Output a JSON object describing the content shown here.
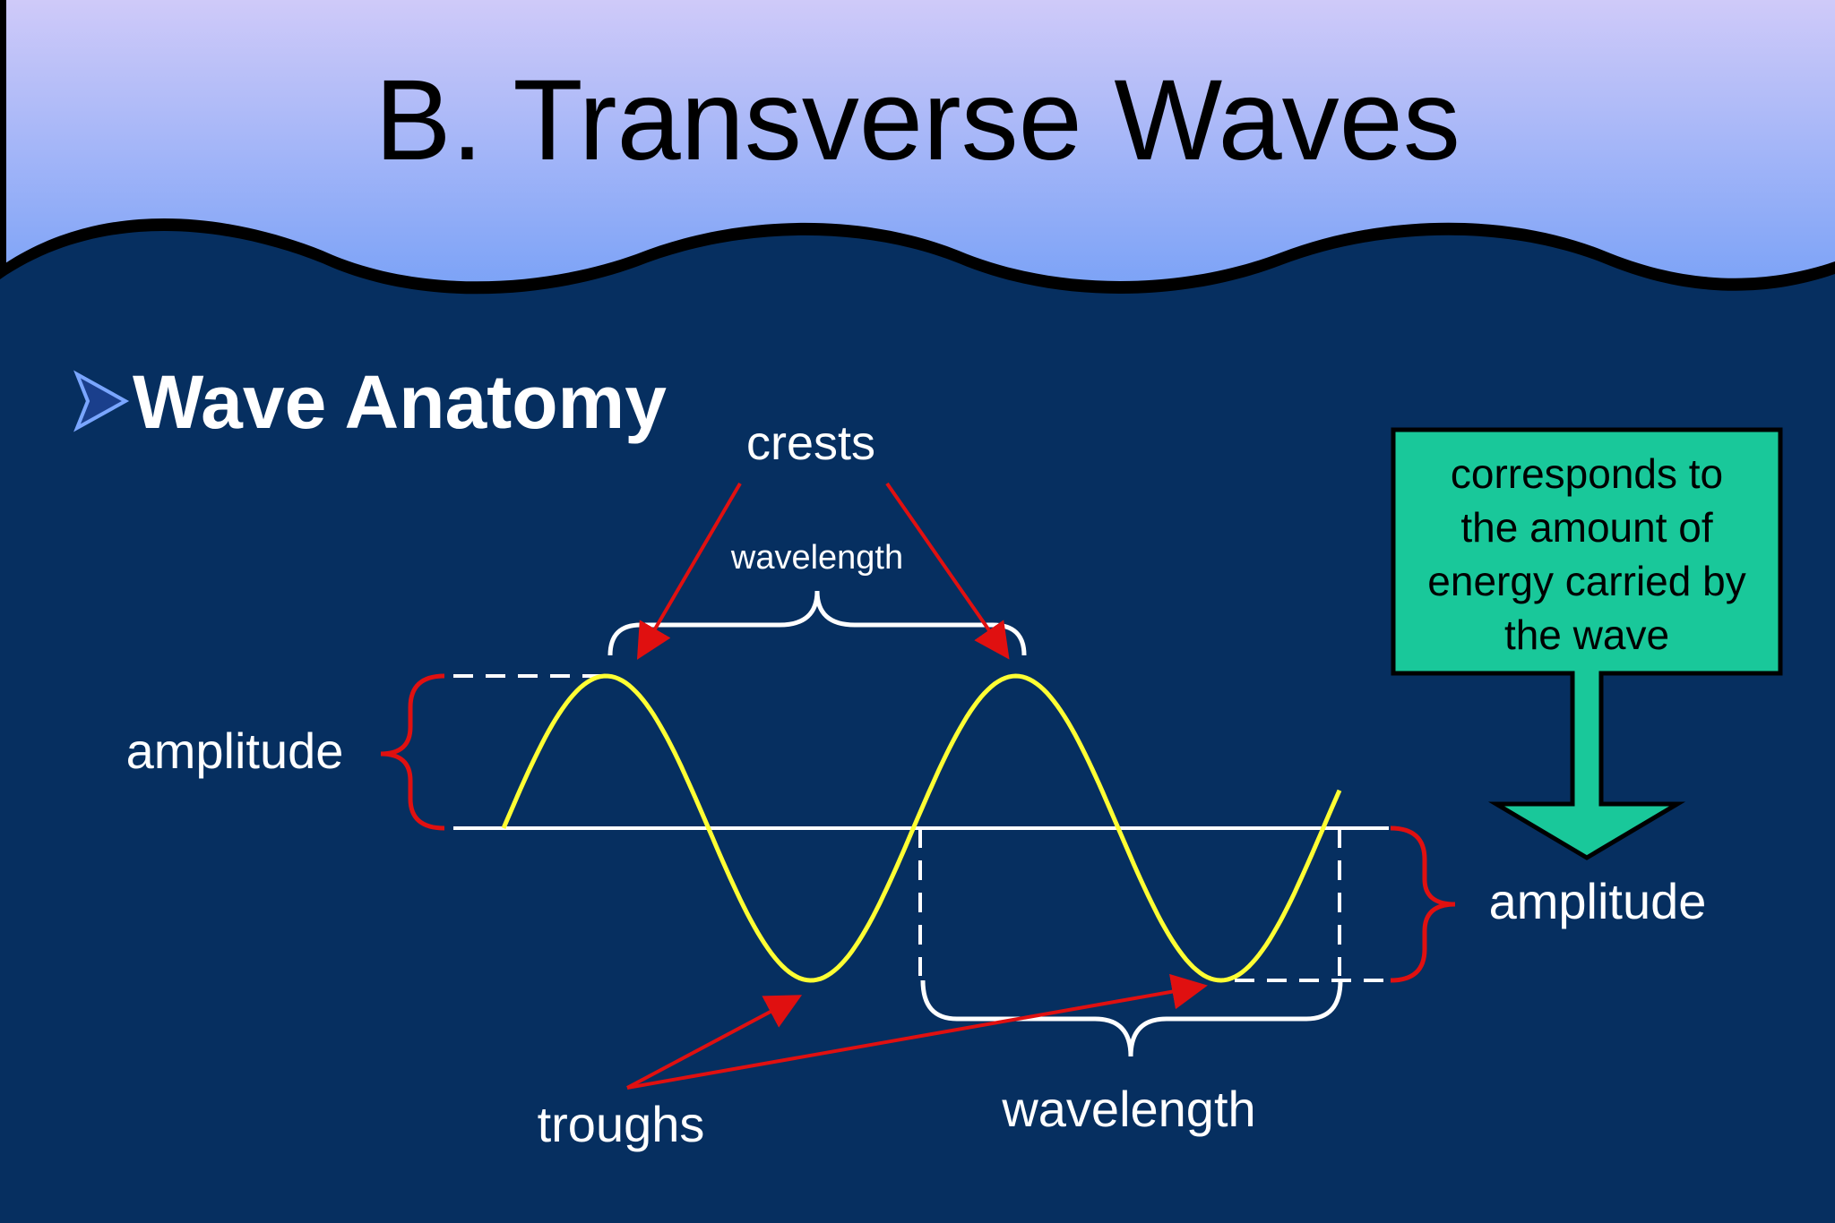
{
  "slide": {
    "title": "B. Transverse Waves",
    "bullet_icon": "arrowhead-bullet-icon",
    "heading": "Wave Anatomy"
  },
  "labels": {
    "crests": "crests",
    "troughs": "troughs",
    "wavelength_top": "wavelength",
    "wavelength_bottom": "wavelength",
    "amplitude_left": "amplitude",
    "amplitude_right": "amplitude"
  },
  "callout": {
    "lines": [
      "corresponds to",
      "the amount of",
      "energy carried by",
      "the wave"
    ]
  },
  "colors": {
    "sky_top": "#cfcaf9",
    "sky_bottom": "#6c9bf6",
    "ocean": "#062f60",
    "wave": "#ffff33",
    "axis": "#ffffff",
    "arrow": "#e01010",
    "brace_amplitude": "#e01010",
    "brace_wavelength": "#ffffff",
    "callout_fill": "#19c89a",
    "text_light": "#ffffff",
    "text_dark": "#000000"
  }
}
